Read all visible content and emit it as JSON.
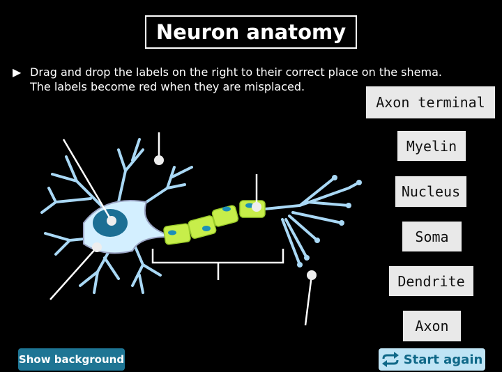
{
  "title": "Neuron anatomy",
  "instructions": {
    "line1": "Drag and drop the labels on the right to their correct place on the shema.",
    "line2": "The labels become red when they are misplaced.",
    "arrow": "▶"
  },
  "labels": [
    "Axon terminal",
    "Myelin",
    "Nucleus",
    "Soma",
    "Dendrite",
    "Axon"
  ],
  "buttons": {
    "show_background": "Show background",
    "start_again": "Start again"
  },
  "colors": {
    "dendrite": "#a9d8f5",
    "soma": "#d3efff",
    "nucleus": "#1c6f94",
    "myelin": "#c7ee4a",
    "button_dark": "#1e7594",
    "button_light": "#bfe4f5"
  }
}
